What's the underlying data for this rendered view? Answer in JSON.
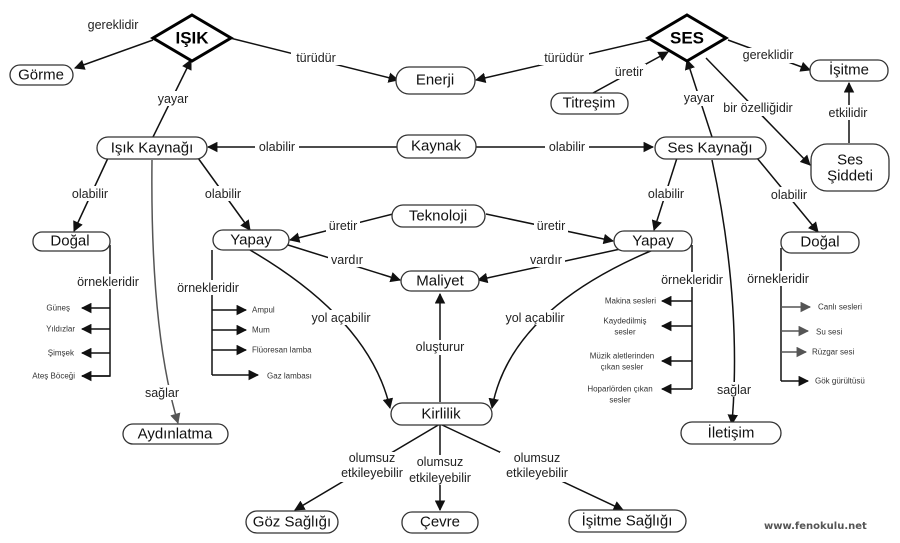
{
  "diamonds": {
    "isik": "IŞIK",
    "ses": "SES"
  },
  "nodes": {
    "gorme": "Görme",
    "enerji": "Enerji",
    "titresim": "Titreşim",
    "isitme": "İşitme",
    "isik_kaynagi": "Işık Kaynağı",
    "kaynak": "Kaynak",
    "ses_kaynagi": "Ses Kaynağı",
    "ses_siddeti_1": "Ses",
    "ses_siddeti_2": "Şiddeti",
    "teknoloji": "Teknoloji",
    "dogal_left": "Doğal",
    "yapay_left": "Yapay",
    "yapay_right": "Yapay",
    "dogal_right": "Doğal",
    "maliyet": "Maliyet",
    "kirlilik": "Kirlilik",
    "aydinlatma": "Aydınlatma",
    "iletisim": "İletişim",
    "goz_sagligi": "Göz Sağlığı",
    "cevre": "Çevre",
    "isitme_sagligi": "İşitme Sağlığı"
  },
  "links": {
    "isik_gorme": "gereklidir",
    "isik_enerji": "türüdür",
    "ses_enerji": "türüdür",
    "titresim_ses": "üretir",
    "ses_isitme": "gereklidir",
    "ikaynak_isik": "yayar",
    "skaynak_ses": "yayar",
    "ses_siddet": "bir özelliğidir",
    "siddet_isitme": "etkilidir",
    "kaynak_ik": "olabilir",
    "kaynak_sk": "olabilir",
    "ik_dogal": "olabilir",
    "ik_yapay": "olabilir",
    "sk_yapay": "olabilir",
    "sk_dogal": "olabilir",
    "tek_yapay_l": "üretir",
    "tek_yapay_r": "üretir",
    "yapay_l_maliyet": "vardır",
    "yapay_r_maliyet": "vardır",
    "yapay_l_kirlilik": "yol açabilir",
    "yapay_r_kirlilik": "yol açabilir",
    "kirlilik_maliyet": "oluşturur",
    "ik_aydinlatma": "sağlar",
    "sk_iletisim": "sağlar",
    "ornek_dogal_l": "örnekleridir",
    "ornek_yapay_l": "örnekleridir",
    "ornek_yapay_r": "örnekleridir",
    "ornek_dogal_r": "örnekleridir",
    "kir_goz_1": "olumsuz",
    "kir_goz_2": "etkileyebilir",
    "kir_cevre_1": "olumsuz",
    "kir_cevre_2": "etkileyebilir",
    "kir_isitme_1": "olumsuz",
    "kir_isitme_2": "etkileyebilir"
  },
  "examples": {
    "dogal_light": [
      "Güneş",
      "Yıldızlar",
      "Şimşek",
      "Ateş Böceği"
    ],
    "yapay_light": [
      "Ampul",
      "Mum",
      "Flüoresan lamba",
      "Gaz lambası"
    ],
    "yapay_sound": [
      [
        "Makina sesleri"
      ],
      [
        "Kaydedilmiş",
        "sesler"
      ],
      [
        "Müzik aletlerinden",
        "çıkan sesler"
      ],
      [
        "Hoparlörden çıkan",
        "sesler"
      ]
    ],
    "dogal_sound": [
      "Canlı sesleri",
      "Su sesi",
      "Rüzgar sesi",
      "Gök gürültüsü"
    ]
  },
  "watermark": "www.fenokulu.net"
}
